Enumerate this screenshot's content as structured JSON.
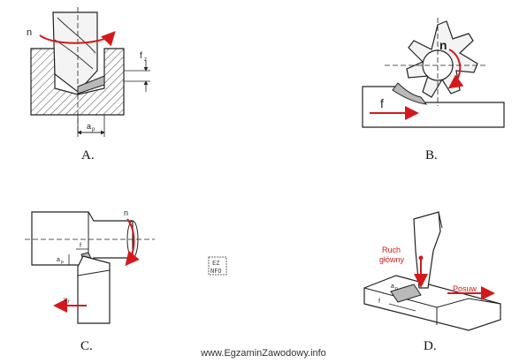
{
  "panels": {
    "A": {
      "caption": "A.",
      "labels": {
        "n": "n",
        "f": "f",
        "f_sub": "z",
        "a": "a",
        "a_sub": "p"
      }
    },
    "B": {
      "caption": "B.",
      "labels": {
        "n": "n",
        "f": "f"
      }
    },
    "C": {
      "caption": "C.",
      "labels": {
        "n": "n",
        "f": "f",
        "a": "a",
        "a_sub": "p",
        "v": "v",
        "v_sub": "f"
      }
    },
    "D": {
      "caption": "D.",
      "labels": {
        "ruch": "Ruch",
        "glowny": "główny",
        "posuw": "Posuw",
        "a": "a",
        "a_sub": "p",
        "f": "f"
      }
    }
  },
  "center_logo_text": "EZ NFO",
  "watermark": "www.EgzaminZawodowy.info",
  "colors": {
    "accent": "#d4191c",
    "line": "#222222",
    "hatch": "#555555",
    "chip": "#b9b9b9"
  }
}
